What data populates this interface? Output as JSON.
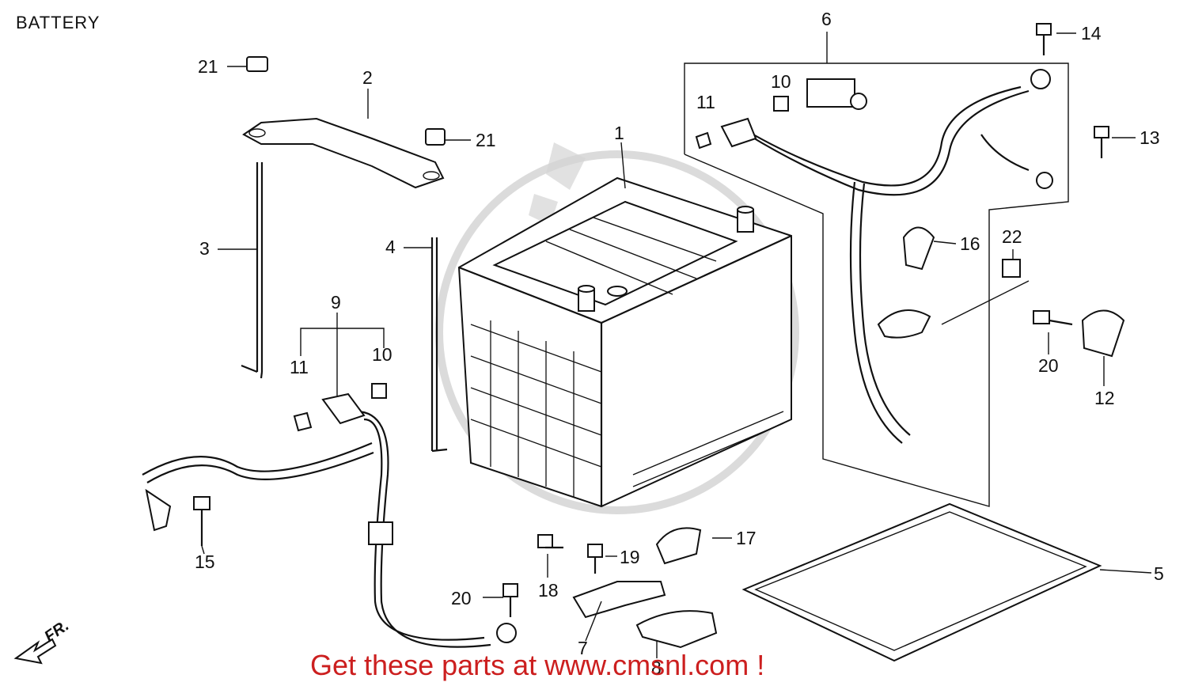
{
  "title": "BATTERY",
  "promo": "Get these parts at www.cmsnl.com !",
  "direction_label": "FR.",
  "callouts": {
    "c1": "1",
    "c2": "2",
    "c3": "3",
    "c4": "4",
    "c5": "5",
    "c6": "6",
    "c7": "7",
    "c8": "8",
    "c9": "9",
    "c10a": "10",
    "c10b": "10",
    "c11a": "11",
    "c11b": "11",
    "c12": "12",
    "c13": "13",
    "c14": "14",
    "c15": "15",
    "c16": "16",
    "c17": "17",
    "c18": "18",
    "c19": "19",
    "c20a": "20",
    "c20b": "20",
    "c21a": "21",
    "c21b": "21",
    "c22": "22"
  },
  "colors": {
    "promo": "#cc1f1f",
    "line": "#111111",
    "watermark": "#cfcfcf"
  }
}
